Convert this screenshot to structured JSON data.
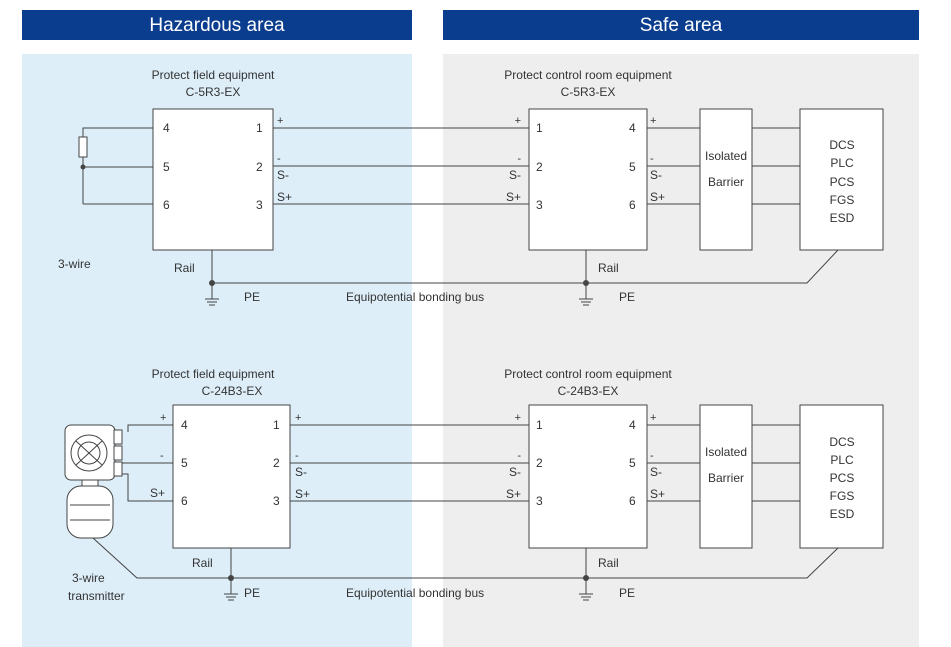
{
  "colors": {
    "header_bg": "#0b3d8f",
    "hazard_bg": "#ddeef9",
    "safe_bg": "#eeeeee",
    "line": "#444444"
  },
  "headers": {
    "hazardous": "Hazardous area",
    "safe": "Safe area"
  },
  "top": {
    "field_title": "Protect field equipment",
    "field_model": "C-5R3-EX",
    "room_title": "Protect control room equipment",
    "room_model": "C-5R3-EX",
    "wiring_label": "3-wire",
    "rail_left": "Rail",
    "rail_right": "Rail",
    "pe_left": "PE",
    "pe_right": "PE",
    "bus_label": "Equipotential bonding bus"
  },
  "bottom": {
    "field_title": "Protect field equipment",
    "field_model": "C-24B3-EX",
    "room_title": "Protect control room equipment",
    "room_model": "C-24B3-EX",
    "wiring_label_1": "3-wire",
    "wiring_label_2": "transmitter",
    "rail_left": "Rail",
    "rail_right": "Rail",
    "pe_left": "PE",
    "pe_right": "PE",
    "bus_label": "Equipotential bonding bus"
  },
  "terminals": {
    "n1": "1",
    "n2": "2",
    "n3": "3",
    "n4": "4",
    "n5": "5",
    "n6": "6",
    "plus": "+",
    "minus": "-",
    "s_minus": "S-",
    "s_plus": "S+"
  },
  "barrier": {
    "line1": "Isolated",
    "line2": "Barrier"
  },
  "systems": [
    "DCS",
    "PLC",
    "PCS",
    "FGS",
    "ESD"
  ]
}
